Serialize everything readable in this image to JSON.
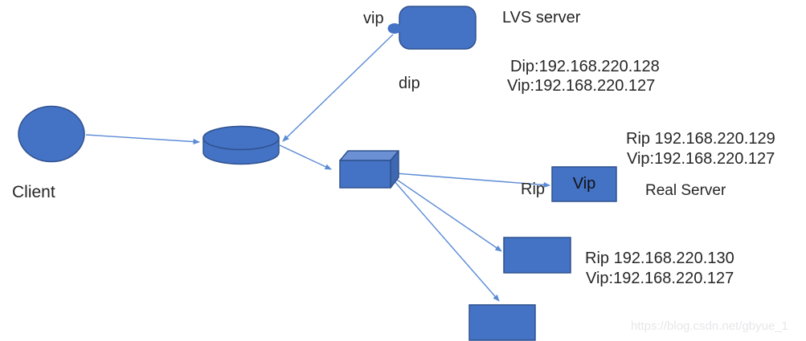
{
  "colors": {
    "shape_fill": "#4472C4",
    "shape_border": "#2F528F",
    "cube_top_fill": "#6C90D4",
    "cube_side_fill": "#3E68B2",
    "connector": "#5B8BD5",
    "text": "#262626",
    "watermark_text": "#E7E7EB"
  },
  "nodes": {
    "client": {
      "label": "Client"
    },
    "lvs": {
      "title": "LVS server",
      "vip_port": "vip",
      "dip_port": "dip",
      "dip": "Dip:192.168.220.128",
      "vip": "Vip:192.168.220.127"
    },
    "real_server_1": {
      "rip_port": "Rip",
      "box_label": "Vip",
      "rip": "Rip 192.168.220.129",
      "vip": "Vip:192.168.220.127",
      "caption": "Real Server"
    },
    "real_server_2": {
      "rip": "Rip 192.168.220.130",
      "vip": "Vip:192.168.220.127"
    }
  },
  "watermark": "https://blog.csdn.net/gbyue_1"
}
